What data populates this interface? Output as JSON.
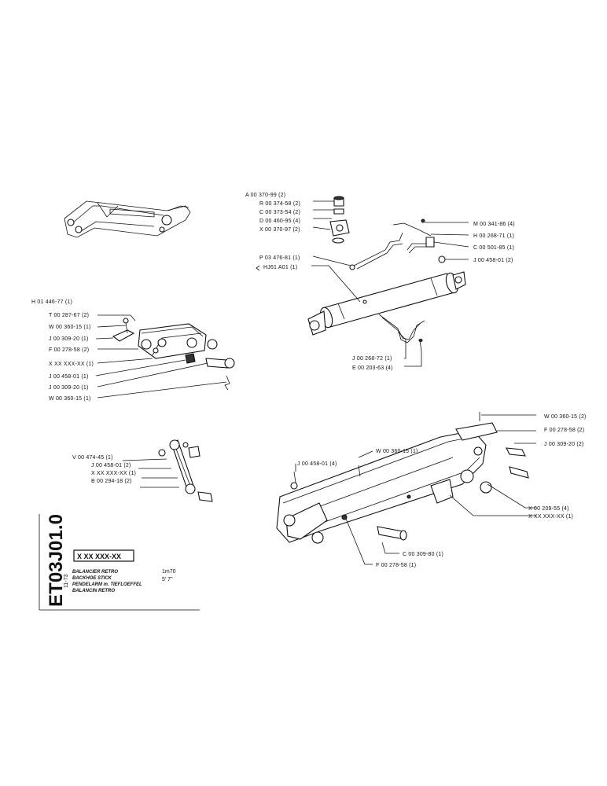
{
  "callouts": {
    "top_center": {
      "a1": "A 00 370-99 (2)",
      "r1": "R 00 374-58 (2)",
      "c1": "C 00 373-54 (2)",
      "d1": "D 00 460-95 (4)",
      "x1": "X 00 370-97 (2)",
      "p1": "P 03 476-81 (1)",
      "hj": "HJ61 A01 (1)",
      "m1": "M 00 341-86 (4)",
      "h1": "H 00 268-71 (1)",
      "c2": "C 00 501-85 (1)",
      "j1": "J 00 458-01 (2)",
      "j2": "J 00 268-72 (1)",
      "e1": "E 00 203-63 (4)"
    },
    "left_mid": {
      "h1": "H 01 446-77 (1)",
      "t1": "T 00 287-67 (2)",
      "w1": "W 00 360-15 (1)",
      "j1": "J 00 309-20 (1)",
      "f1": "F 00 278-58 (2)",
      "x1": "X XX XXX-XX (1)",
      "j2": "J 00 458-01 (1)",
      "j3": "J 00 309-20 (1)",
      "w2": "W 00 360-15 (1)"
    },
    "left_low": {
      "v1": "V 00 474-45 (1)",
      "j1": "J 00 458-01 (2)",
      "x1": "X XX XXX-XX (1)",
      "b1": "B 00 294-18 (2)"
    },
    "right_low": {
      "w1": "W 00 360-15 (2)",
      "f1": "F 00 278-58 (2)",
      "j1": "J 00 309-20 (2)",
      "w2": "W 00 360-15 (1)",
      "j2": "J 00 458-01 (4)",
      "x1": "X 00 209-55 (4)",
      "x2": "X XX XXX-XX (1)",
      "c1": "C 00 309-80 (1)",
      "f2": "F 00 278-58 (1)"
    }
  },
  "title_block": {
    "doc_code": "ET03J01.0",
    "date": "11-73",
    "part_number": "X XX XXX-XX",
    "names": [
      "BALANCIER RETRO",
      "BACKHOE STICK",
      "PENDELARM m. TIEFLOEFFEL",
      "BALANCIN RETRO"
    ],
    "dim_metric": "1m70",
    "dim_imperial": "5' 7\""
  }
}
